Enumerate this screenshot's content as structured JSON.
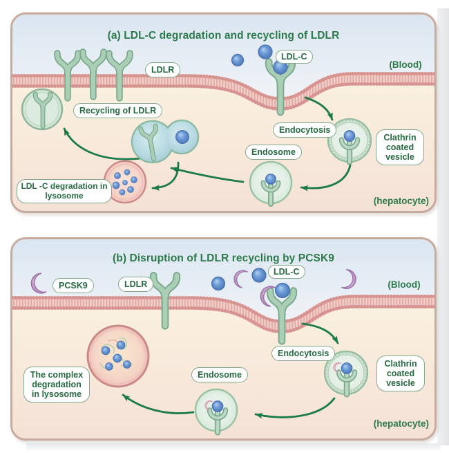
{
  "panel_a": {
    "title": "(a) LDL-C degradation and recycling of LDLR",
    "blood_label": "(Blood)",
    "hepatocyte_label": "(hepatocyte)",
    "pills": {
      "ldlr": "LDLR",
      "ldlc": "LDL-C",
      "recycling": "Recycling of LDLR",
      "endocytosis": "Endocytosis",
      "endosome": "Endosome",
      "clathrin_vesicle": "Clathrin coated vesicle",
      "lysosome_degradation": "LDL -C degradation in lysosome"
    }
  },
  "panel_b": {
    "title": "(b) Disruption of LDLR recycling by PCSK9",
    "blood_label": "(Blood)",
    "hepatocyte_label": "(hepatocyte)",
    "pills": {
      "pcsk9": "PCSK9",
      "ldlr": "LDLR",
      "ldlc": "LDL-C",
      "endocytosis": "Endocytosis",
      "endosome": "Endosome",
      "clathrin_vesicle": "Clathrin coated vesicle",
      "lysosome_degradation": "The complex degradation in lysosome"
    }
  },
  "colors": {
    "title_green": "#2c7a4b",
    "label_green": "#276a42",
    "arrow_green": "#1b7a4a",
    "membrane_pink": "#e2a7a2",
    "receptor_green": "#a8ccb5",
    "ldl_blue": "#5e8fd2",
    "pcsk9_purple": "#b88cc0",
    "panel_border_tan": "#c6ab9c",
    "lysosome_pink": "#eec2bb"
  },
  "icons": {
    "ldlr_receptor": "ldlr-receptor-icon",
    "ldl_sphere": "ldl-c-sphere-icon",
    "pcsk9_crescent": "pcsk9-crescent-icon",
    "clathrin_vesicle": "clathrin-vesicle-icon",
    "endosome": "endosome-icon",
    "budding_endosome": "budding-endosome-icon",
    "recycling_vesicle": "recycling-vesicle-icon",
    "lysosome": "lysosome-icon",
    "membrane": "lipid-bilayer-membrane-icon",
    "arrow": "flow-arrow-icon"
  }
}
